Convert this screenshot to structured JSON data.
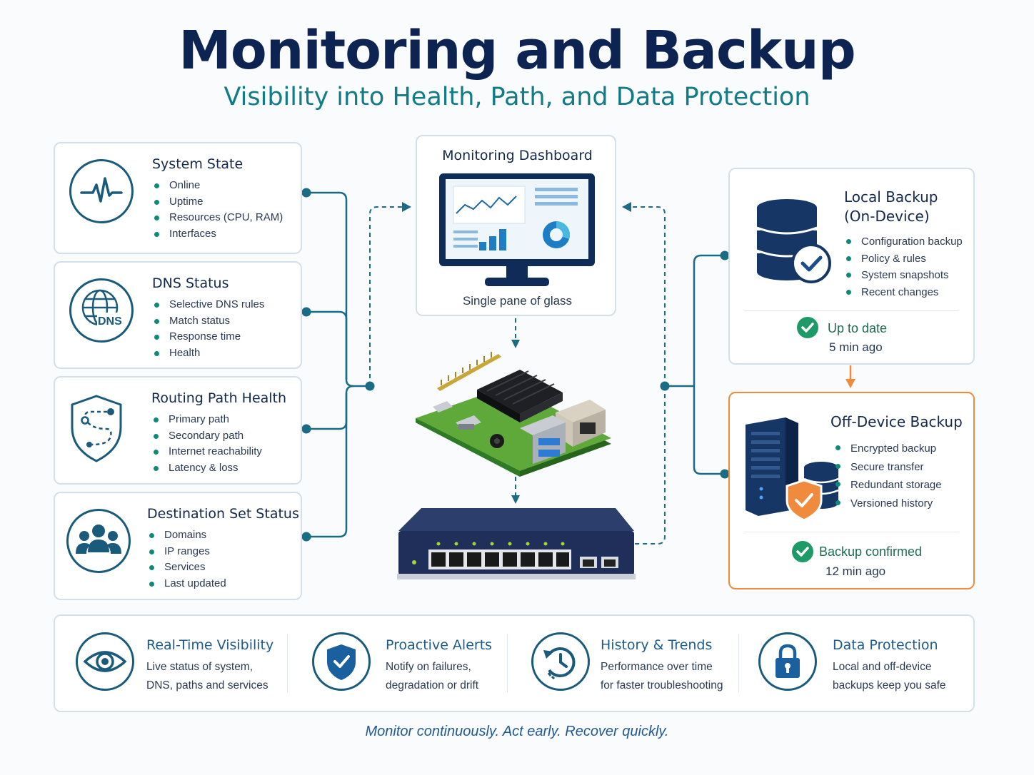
{
  "header": {
    "title": "Monitoring and Backup",
    "subtitle": "Visibility into Health, Path, and Data Protection"
  },
  "monitor_cards": [
    {
      "title": "System State",
      "icon": "pulse-icon",
      "items": [
        "Online",
        "Uptime",
        "Resources (CPU, RAM)",
        "Interfaces"
      ]
    },
    {
      "title": "DNS Status",
      "icon": "globe-dns-icon",
      "icon_label": "DNS",
      "items": [
        "Selective DNS rules",
        "Match status",
        "Response time",
        "Health"
      ]
    },
    {
      "title": "Routing Path Health",
      "icon": "shield-path-icon",
      "items": [
        "Primary path",
        "Secondary path",
        "Internet reachability",
        "Latency & loss"
      ]
    },
    {
      "title": "Destination Set Status",
      "icon": "users-icon",
      "items": [
        "Domains",
        "IP ranges",
        "Services",
        "Last updated"
      ]
    }
  ],
  "dashboard": {
    "title": "Monitoring Dashboard",
    "caption": "Single pane of glass",
    "icon": "monitor-dashboard-icon"
  },
  "devices": {
    "board": "single-board-computer-icon",
    "switch": "network-switch-icon"
  },
  "local_backup": {
    "title_line1": "Local Backup",
    "title_line2": "(On-Device)",
    "icon": "database-check-icon",
    "items": [
      "Configuration backup",
      "Policy & rules",
      "System snapshots",
      "Recent changes"
    ],
    "status": "Up to date",
    "status_time": "5 min ago"
  },
  "offdevice_backup": {
    "title": "Off-Device Backup",
    "icon": "server-shield-icon",
    "items": [
      "Encrypted backup",
      "Secure transfer",
      "Redundant storage",
      "Versioned history"
    ],
    "status": "Backup confirmed",
    "status_time": "12 min ago"
  },
  "features": [
    {
      "title": "Real-Time Visibility",
      "icon": "eye-icon",
      "line1": "Live status of system,",
      "line2": "DNS, paths and services"
    },
    {
      "title": "Proactive Alerts",
      "icon": "shield-check-icon",
      "line1": "Notify on failures,",
      "line2": "degradation or drift"
    },
    {
      "title": "History & Trends",
      "icon": "clock-history-icon",
      "line1": "Performance over time",
      "line2": "for faster troubleshooting"
    },
    {
      "title": "Data Protection",
      "icon": "padlock-icon",
      "line1": "Local and off-device",
      "line2": "backups keep you safe"
    }
  ],
  "colors": {
    "navy": "#0d2452",
    "teal": "#127c86",
    "green": "#10897a",
    "orange": "#f08a3c",
    "connector": "#1a6c84"
  },
  "tagline": "Monitor continuously. Act early. Recover quickly."
}
